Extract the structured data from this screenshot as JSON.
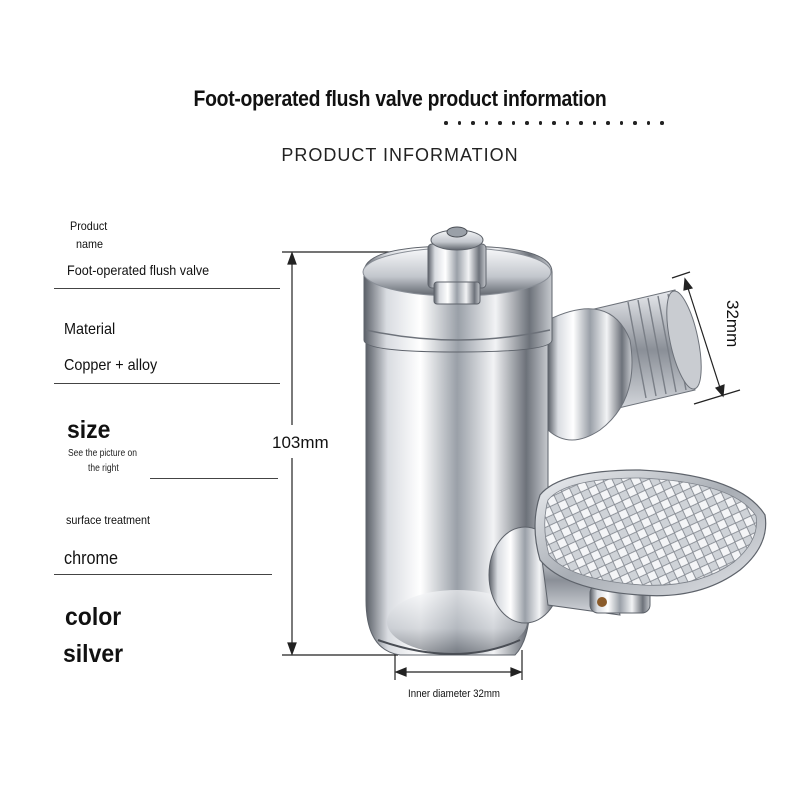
{
  "header": {
    "title": "Foot-operated flush valve product information",
    "subtitle": "PRODUCT INFORMATION"
  },
  "specs": {
    "product_name_label_line1": "Product",
    "product_name_label_line2": "name",
    "product_name_value": "Foot-operated flush valve",
    "material_label": "Material",
    "material_value": "Copper + alloy",
    "size_label": "size",
    "size_note_line1": "See the picture on",
    "size_note_line2": "the right",
    "surface_label": "surface treatment",
    "surface_value": "chrome",
    "color_label": "color",
    "color_value": "silver"
  },
  "dimensions": {
    "height": "103mm",
    "outlet": "32mm",
    "inner_diameter": "Inner diameter 32mm"
  },
  "colors": {
    "chrome_light": "#f4f5f7",
    "chrome_mid": "#b9bdc4",
    "chrome_dark": "#4a4e55"
  }
}
